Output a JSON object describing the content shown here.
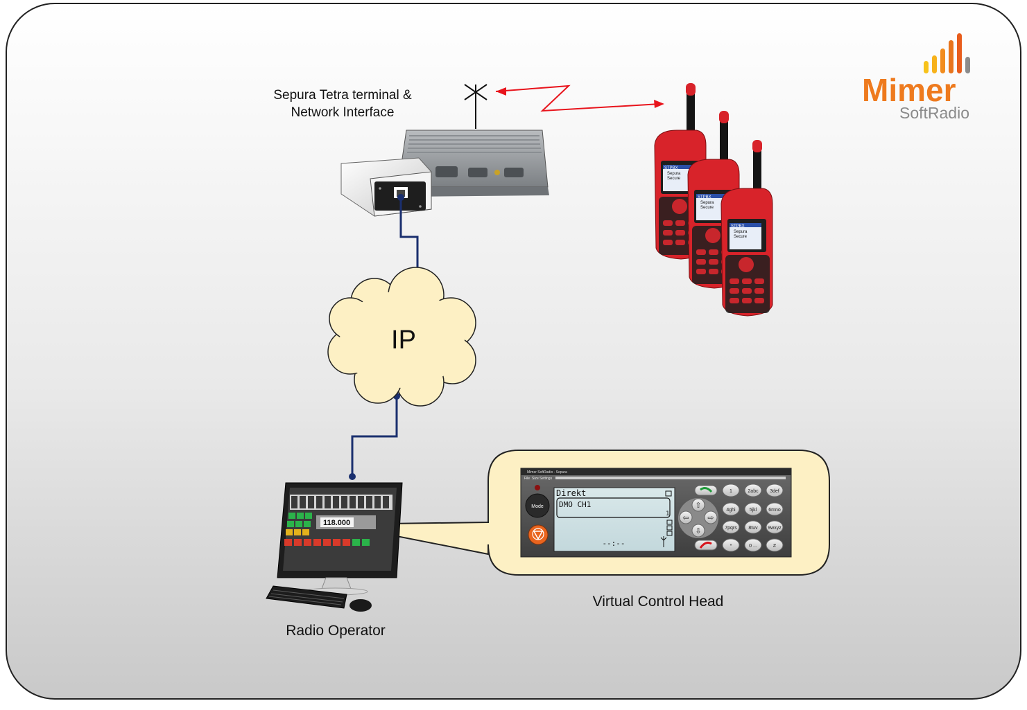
{
  "logo": {
    "brand": "Mimer",
    "product": "SoftRadio",
    "colors": {
      "brand": "#ee7a1e",
      "bar_orange": "#f28c1e",
      "bar_yellow": "#f7c21b",
      "bar_red": "#e85d1c",
      "bar_gray": "#888888",
      "product_text": "#888888"
    }
  },
  "labels": {
    "terminal_line1": "Sepura Tetra terminal &",
    "terminal_line2": "Network Interface",
    "cloud": "IP",
    "operator": "Radio Operator",
    "control_head": "Virtual Control Head"
  },
  "control_head": {
    "window_title": "Mimer SoftRadio - Sepura",
    "menu": [
      "File",
      "Size",
      "Settings"
    ],
    "mode_button": "Mode",
    "display_line1": "Direkt",
    "display_line2": "DMO  CH1",
    "display_bottom": "--:--",
    "slot_number": "1",
    "keys": [
      "1",
      "2abc",
      "3def",
      "4ghi",
      "5jkl",
      "6mno",
      "7pqrs",
      "8tuv",
      "9wxyz",
      "*",
      "0 ...",
      "#"
    ]
  },
  "terminals": {
    "screen_lines": [
      "STPBX",
      "Sepura",
      "Secure"
    ]
  },
  "monitor": {
    "frequency": "118.000"
  },
  "colors": {
    "panel_border": "#222222",
    "link_line": "#1a2f6e",
    "radio_link": "#e8141c",
    "cloud_fill": "#fdf0c4",
    "callout_fill": "#fdf0c4",
    "radio_body": "#d8232a"
  }
}
